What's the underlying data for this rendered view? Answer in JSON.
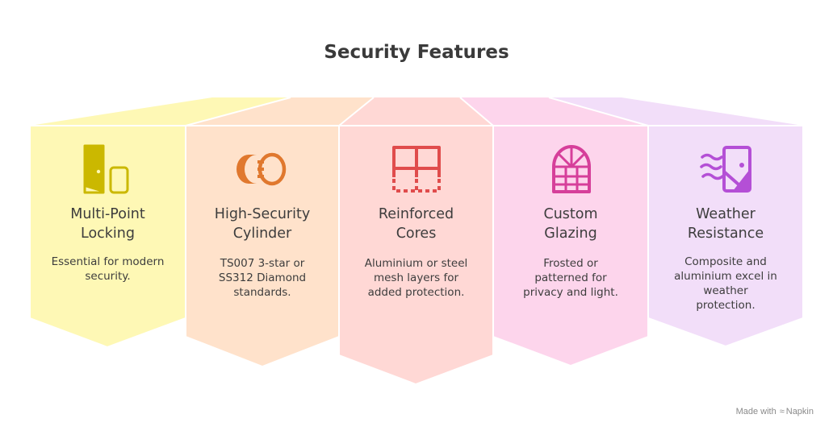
{
  "title": "Security Features",
  "features": [
    {
      "heading": "Multi-Point\nLocking",
      "body": "Essential for modern\nsecurity.",
      "icon": "door-phone-icon",
      "color": "#fef8b5",
      "accent": "#cbb800"
    },
    {
      "heading": "High-Security\nCylinder",
      "body": "TS007 3-star or\nSS312 Diamond\nstandards.",
      "icon": "lock-cylinder-icon",
      "color": "#ffe2cb",
      "accent": "#e0782e"
    },
    {
      "heading": "Reinforced\nCores",
      "body": "Aluminium or steel\nmesh layers for\nadded protection.",
      "icon": "window-frame-icon",
      "color": "#ffd8d5",
      "accent": "#e04c4c"
    },
    {
      "heading": "Custom\nGlazing",
      "body": "Frosted or\npatterned for\nprivacy and light.",
      "icon": "arched-window-icon",
      "color": "#fdd5ec",
      "accent": "#d63f9a"
    },
    {
      "heading": "Weather\nResistance",
      "body": "Composite and\naluminium excel in\nweather\nprotection.",
      "icon": "wind-door-icon",
      "color": "#f2def9",
      "accent": "#b44fd6"
    }
  ],
  "footer": {
    "text": "Made with",
    "brand": "Napkin"
  }
}
